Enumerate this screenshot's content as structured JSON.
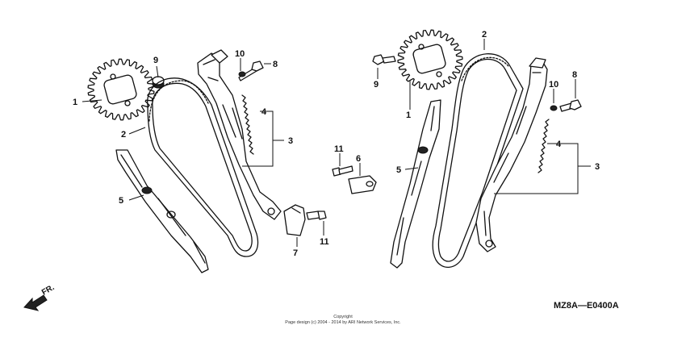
{
  "diagram_code": "MZ8A—E0400A",
  "front_marker": "FR.",
  "copyright": {
    "line1": "Copyright",
    "line2": "Page design (c) 2004 - 2014 by ARI Network Services, Inc."
  },
  "callouts": {
    "left": {
      "n1": "1",
      "n2": "2",
      "n3": "3",
      "n4": "4",
      "n5": "5",
      "n8": "8",
      "n9": "9",
      "n10": "10"
    },
    "center": {
      "n6": "6",
      "n7": "7",
      "n11a": "11",
      "n11b": "11"
    },
    "right": {
      "n1": "1",
      "n2": "2",
      "n3": "3",
      "n4": "4",
      "n5": "5",
      "n8": "8",
      "n9": "9",
      "n10": "10"
    }
  },
  "icons": [
    "front-arrow-icon"
  ],
  "colors": {
    "line": "#111111",
    "background": "#ffffff"
  }
}
